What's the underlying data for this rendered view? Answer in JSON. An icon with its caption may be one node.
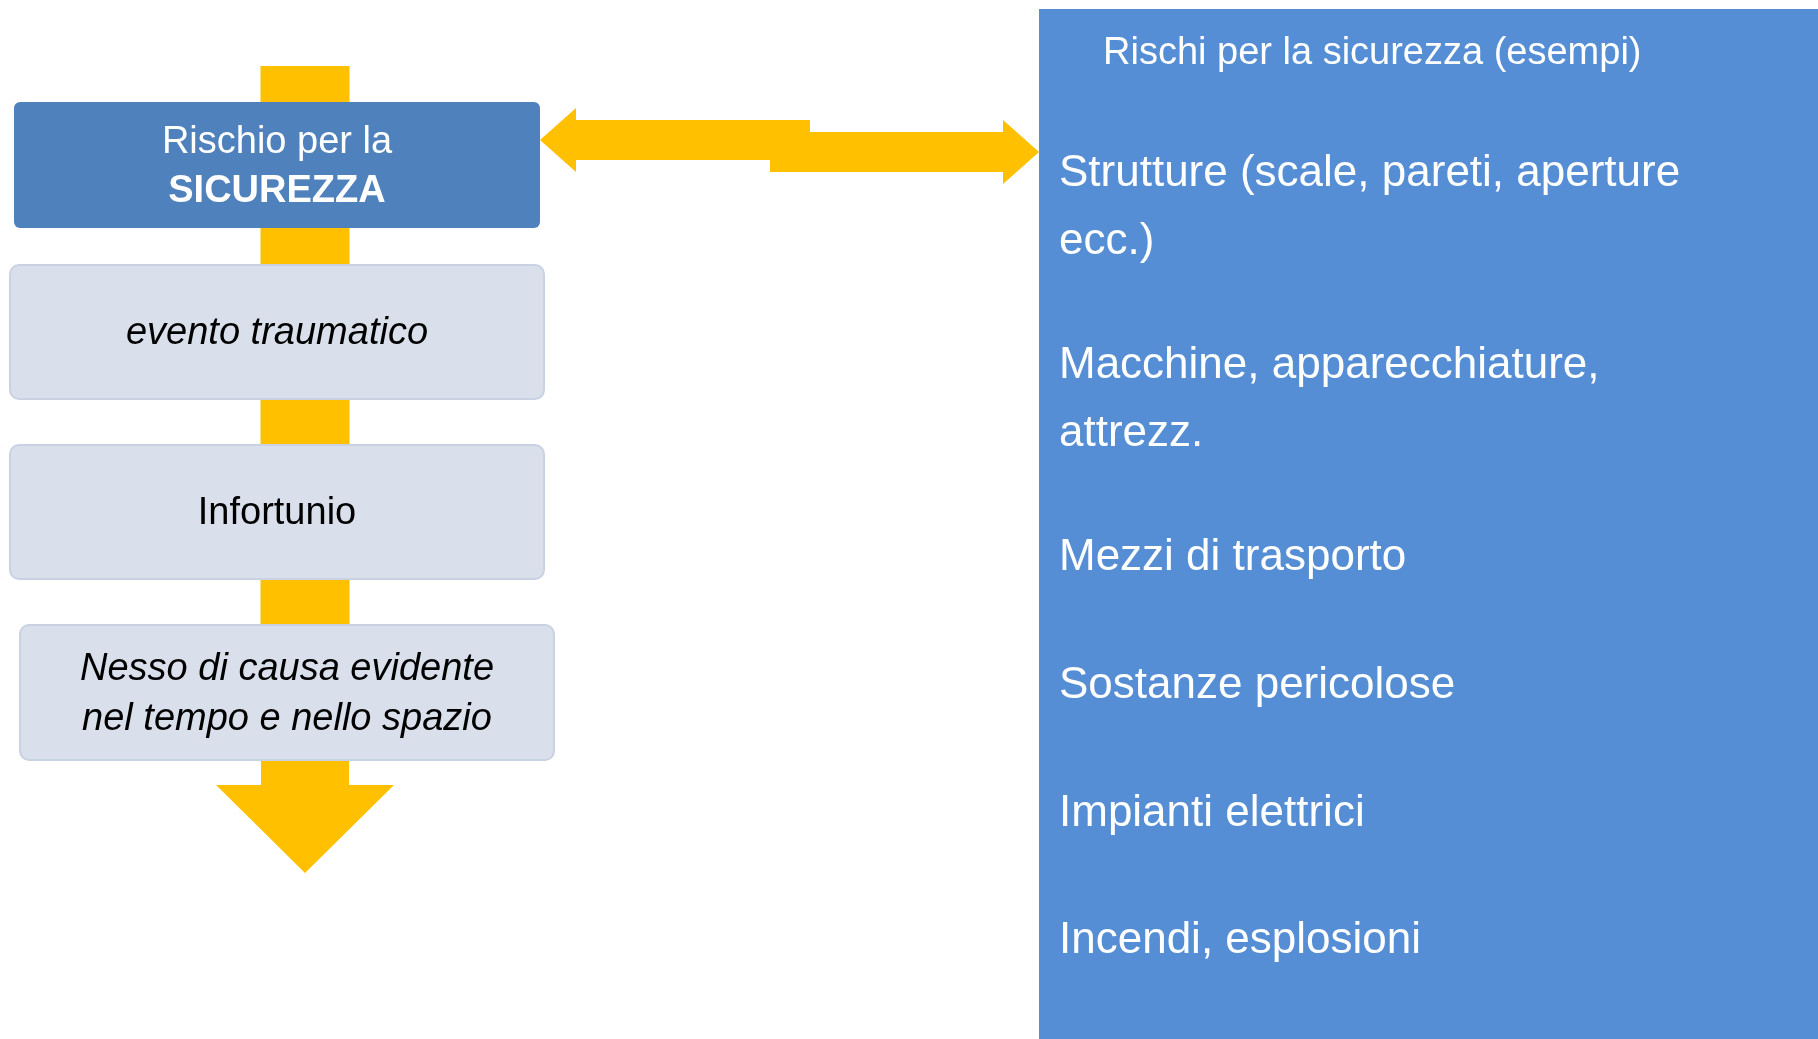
{
  "diagram": {
    "nodes": [
      {
        "text": [
          "Rischio per la **SICUREZZA**"
        ]
      },
      {
        "text": [
          "evento traumatico"
        ]
      },
      {
        "text": [
          "Infortunio"
        ]
      },
      {
        "text": [
          "Nesso di causa evidente nel tempo e nello spazio"
        ]
      },
      {
        "text": [
          "Rischi per la sicurezza (esempi)",
          "Strutture (scale, pareti, aperture ecc.)",
          "Macchine, apparecchiature, attrezz.",
          "Mezzi di trasporto",
          "Sostanze pericolose",
          "Impianti elettrici",
          "Incendi, esplosioni"
        ]
      }
    ],
    "edges": [
      {
        "from": 0,
        "to": 1,
        "arrow": "none"
      },
      {
        "from": 1,
        "to": 2,
        "arrow": "none"
      },
      {
        "from": 2,
        "to": 3,
        "arrow": "none"
      },
      {
        "from": 3,
        "to": null,
        "arrow": "to"
      },
      {
        "from": 0,
        "to": 4,
        "arrow": "both"
      }
    ]
  }
}
